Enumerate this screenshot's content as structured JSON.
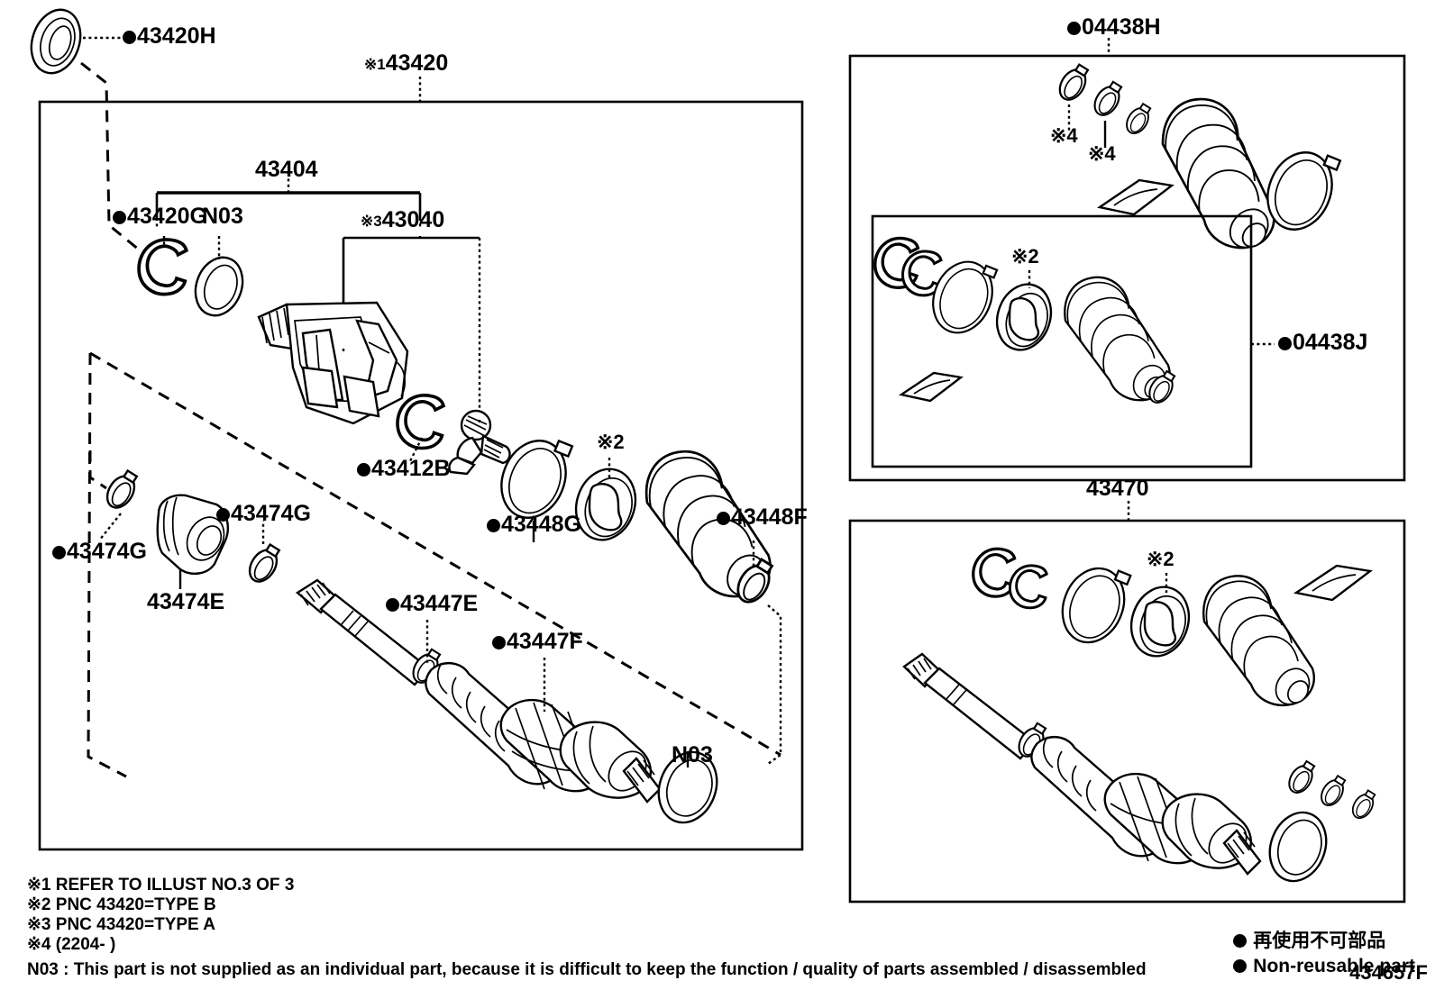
{
  "diagram": {
    "drawing_number": "434657F",
    "title_parts": [
      "43420",
      "43404",
      "43040",
      "43470",
      "04438H",
      "04438J"
    ]
  },
  "main_panel": {
    "heading": {
      "marker": "※1",
      "code": "43420"
    },
    "group_43404": {
      "code": "43404"
    },
    "group_43040": {
      "marker": "※3",
      "code": "43040"
    },
    "callouts": [
      {
        "code": "43420H",
        "nonreusable": true
      },
      {
        "code": "43420G",
        "nonreusable": true
      },
      {
        "code": "N03",
        "nonreusable": false
      },
      {
        "code": "43412B",
        "nonreusable": true
      },
      {
        "code": "43474G",
        "nonreusable": true
      },
      {
        "code": "43474G",
        "nonreusable": true
      },
      {
        "code": "43474E",
        "nonreusable": false
      },
      {
        "code": "43448G",
        "nonreusable": true
      },
      {
        "code": "43448F",
        "nonreusable": true
      },
      {
        "code": "43447E",
        "nonreusable": true
      },
      {
        "code": "43447F",
        "nonreusable": true
      },
      {
        "code": "N03",
        "nonreusable": false
      },
      {
        "code": "※2",
        "nonreusable": false
      }
    ]
  },
  "top_right_panel": {
    "heading": {
      "code": "04438H",
      "nonreusable": true
    },
    "markers": [
      "※4",
      "※4"
    ],
    "inner_panel": {
      "heading": {
        "code": "04438J",
        "nonreusable": true
      },
      "markers": [
        "※2"
      ]
    }
  },
  "bottom_right_panel": {
    "heading": {
      "code": "43470"
    },
    "markers": [
      "※2"
    ]
  },
  "footnotes": [
    "※1 REFER TO ILLUST NO.3 OF 3",
    "※2 PNC 43420=TYPE B",
    "※3 PNC 43420=TYPE A",
    "※4 (2204-        )",
    "N03 : This part is not supplied as an individual part, because it is difficult to keep the function / quality of parts  assembled / disassembled"
  ],
  "legend": {
    "japanese": "再使用不可部品",
    "english": "Non-reusable part"
  },
  "labels": {
    "l_43420H": "43420H",
    "l_43420_head": "43420",
    "l_43404": "43404",
    "l_43040": "43040",
    "l_43420G": "43420G",
    "l_N03_top": "N03",
    "l_43412B": "43412B",
    "l_43474G_left": "43474G",
    "l_43474G_right": "43474G",
    "l_43474E": "43474E",
    "l_43448G": "43448G",
    "l_43448F": "43448F",
    "l_43447E": "43447E",
    "l_43447F": "43447F",
    "l_N03_bottom": "N03",
    "l_kome2_main": "※2",
    "l_04438H": "04438H",
    "l_04438J": "04438J",
    "l_43470": "43470",
    "l_kome4_a": "※4",
    "l_kome4_b": "※4",
    "l_kome2_tr": "※2",
    "l_kome2_br": "※2",
    "marker1": "※1",
    "marker3": "※3"
  }
}
